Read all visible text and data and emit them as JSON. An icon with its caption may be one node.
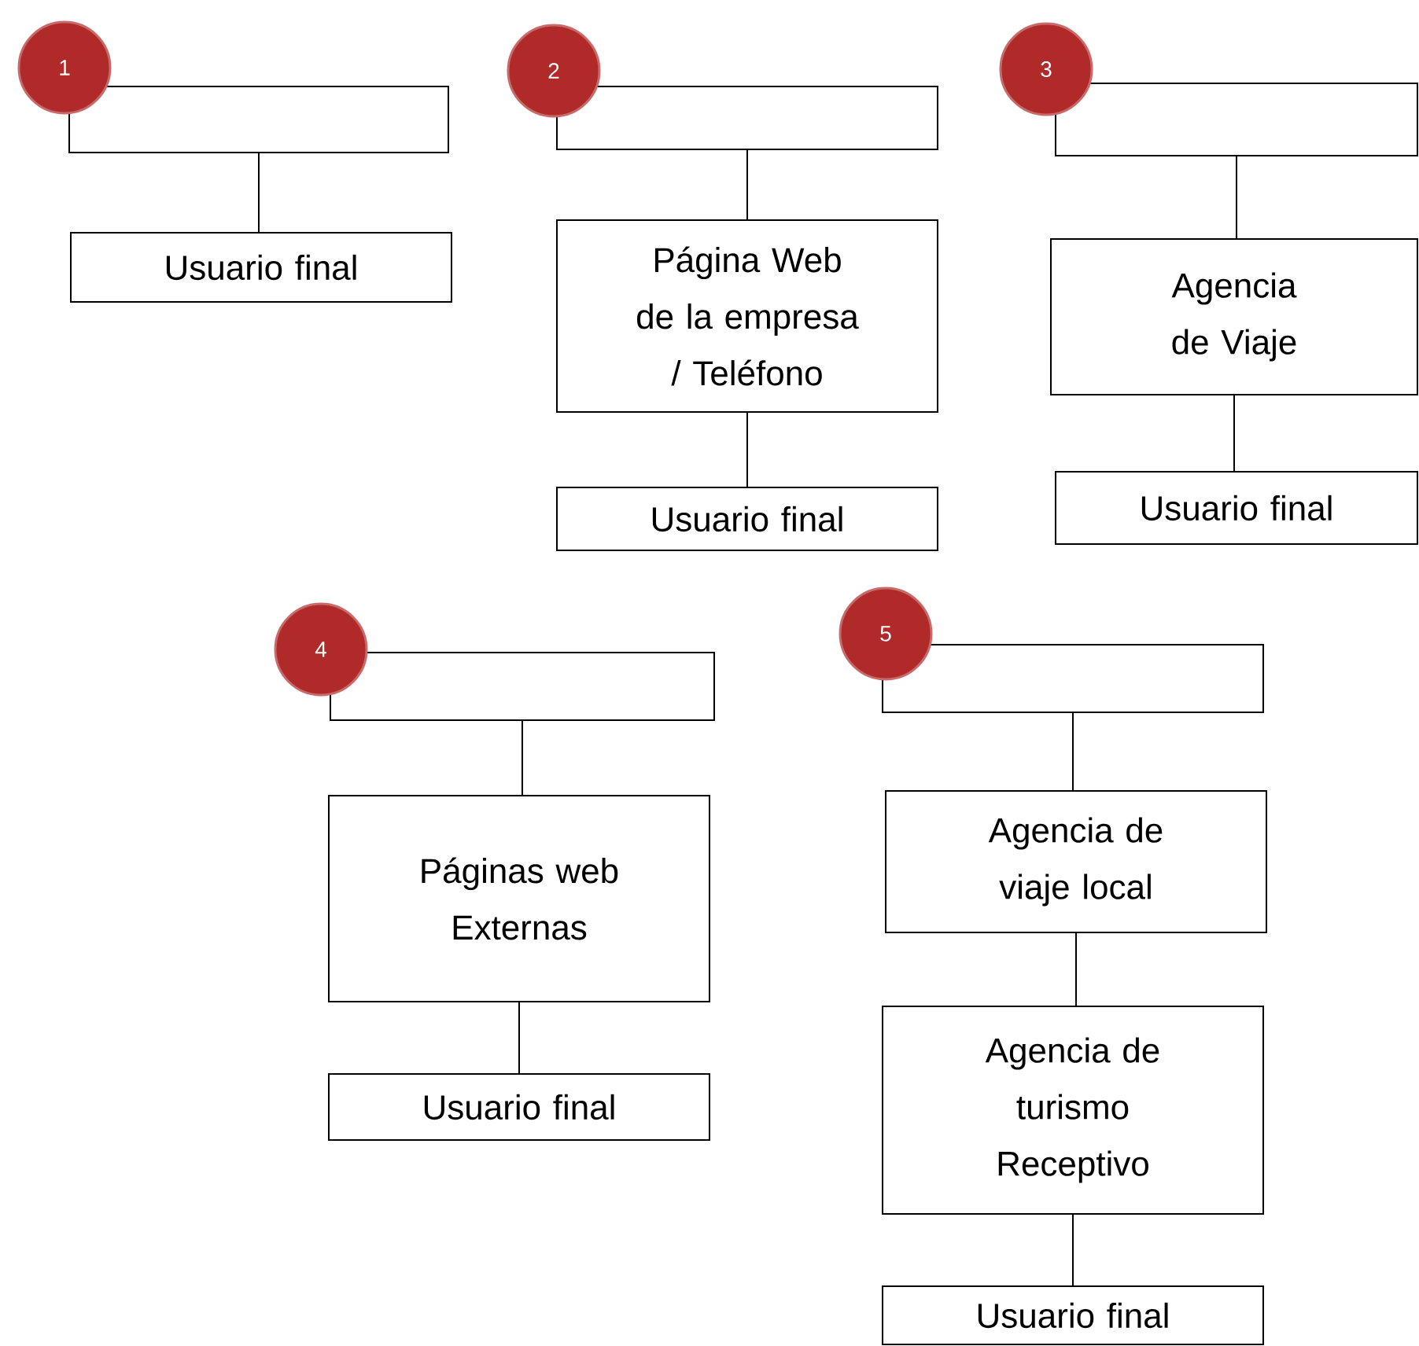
{
  "diagram": {
    "nodes": [
      {
        "text": [
          "1"
        ]
      },
      {
        "text": [],
        "shape": "box"
      },
      {
        "text": [
          "Usuario final"
        ]
      },
      {
        "text": [
          "2"
        ]
      },
      {
        "text": [],
        "shape": "box"
      },
      {
        "text": [
          "Página Web de la empresa / Teléfono"
        ]
      },
      {
        "text": [
          "Usuario final"
        ]
      },
      {
        "text": [
          "3"
        ]
      },
      {
        "text": [],
        "shape": "box"
      },
      {
        "text": [
          "Agencia de Viaje"
        ]
      },
      {
        "text": [
          "Usuario final"
        ]
      },
      {
        "text": [
          "4"
        ]
      },
      {
        "text": [],
        "shape": "box"
      },
      {
        "text": [
          "Páginas web Externas"
        ]
      },
      {
        "text": [
          "Usuario final"
        ]
      },
      {
        "text": [
          "5"
        ]
      },
      {
        "text": [],
        "shape": "box"
      },
      {
        "text": [
          "Agencia de viaje local"
        ]
      },
      {
        "text": [
          "Agencia de turismo Receptivo"
        ]
      },
      {
        "text": [
          "Usuario final"
        ]
      }
    ],
    "edges": [
      {
        "from": 1,
        "to": 2,
        "arrow": "none"
      },
      {
        "from": 4,
        "to": 5,
        "arrow": "none"
      },
      {
        "from": 5,
        "to": 6,
        "arrow": "none"
      },
      {
        "from": 8,
        "to": 9,
        "arrow": "none"
      },
      {
        "from": 9,
        "to": 10,
        "arrow": "none"
      },
      {
        "from": 12,
        "to": 13,
        "arrow": "none"
      },
      {
        "from": 13,
        "to": 14,
        "arrow": "none"
      },
      {
        "from": 16,
        "to": 17,
        "arrow": "none"
      },
      {
        "from": 17,
        "to": 18,
        "arrow": "none"
      },
      {
        "from": 18,
        "to": 19,
        "arrow": "none"
      }
    ]
  }
}
